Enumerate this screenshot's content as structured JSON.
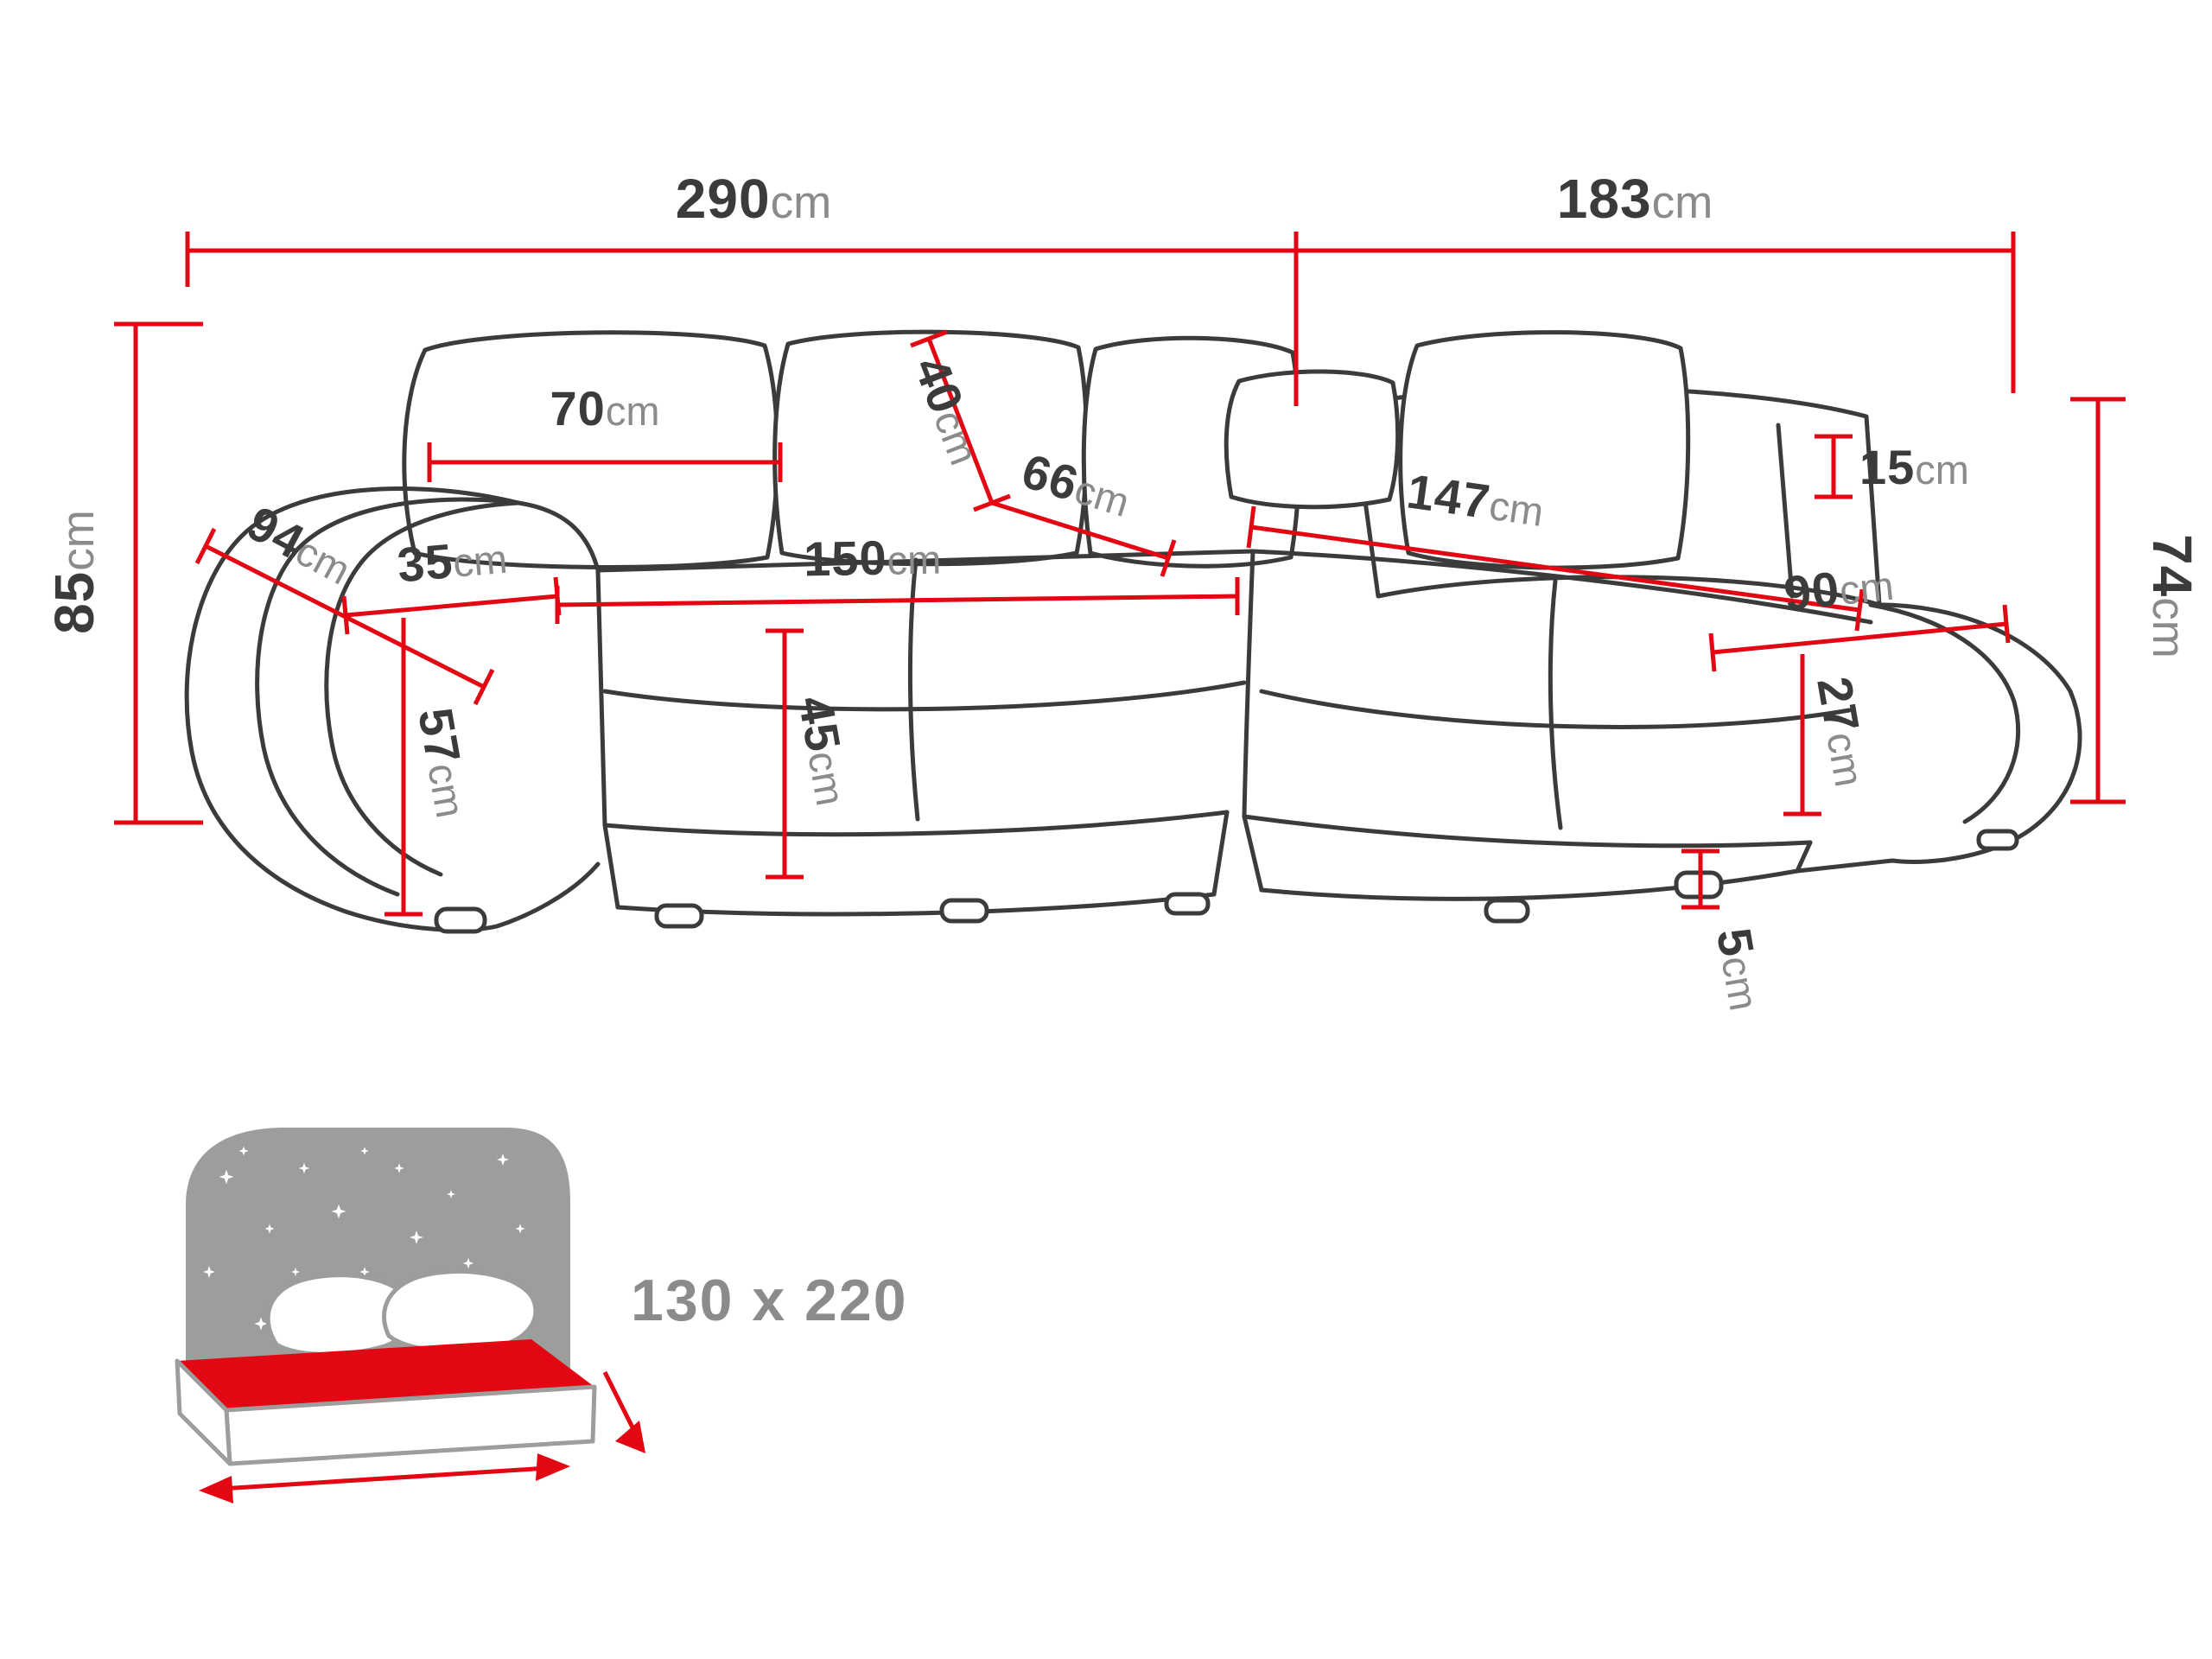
{
  "colors": {
    "dimension_line": "#e30613",
    "number_text": "#3b3b3a",
    "unit_text": "#8b8b8a",
    "sofa_outline": "#3b3b3a",
    "icon_gray": "#9d9d9c",
    "mattress_red": "#e30613"
  },
  "dims": {
    "total_width": {
      "value": "290",
      "unit": "cm"
    },
    "total_depth": {
      "value": "183",
      "unit": "cm"
    },
    "height_left": {
      "value": "85",
      "unit": "cm"
    },
    "height_right": {
      "value": "74",
      "unit": "cm"
    },
    "back_cushion_width": {
      "value": "70",
      "unit": "cm"
    },
    "back_cushion_height": {
      "value": "40",
      "unit": "cm"
    },
    "corner_seat": {
      "value": "66",
      "unit": "cm"
    },
    "chaise_length": {
      "value": "147",
      "unit": "cm"
    },
    "back_panel": {
      "value": "15",
      "unit": "cm"
    },
    "arm_depth": {
      "value": "94",
      "unit": "cm"
    },
    "arm_width": {
      "value": "35",
      "unit": "cm"
    },
    "seat_width": {
      "value": "150",
      "unit": "cm"
    },
    "chaise_width": {
      "value": "90",
      "unit": "cm"
    },
    "arm_height": {
      "value": "57",
      "unit": "cm"
    },
    "seat_height": {
      "value": "45",
      "unit": "cm"
    },
    "seat_cushion_height": {
      "value": "27",
      "unit": "cm"
    },
    "leg_height": {
      "value": "5",
      "unit": "cm"
    }
  },
  "sleeping_area": {
    "label": "130 x 220"
  }
}
